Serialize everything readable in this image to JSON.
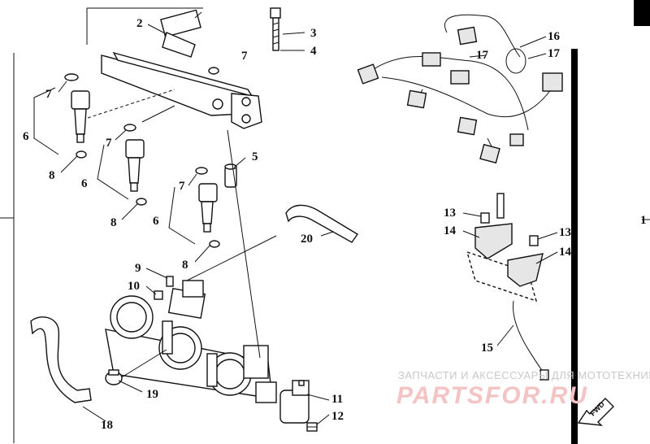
{
  "diagram": {
    "callouts": {
      "c1": "1",
      "c2": "2",
      "c3": "3",
      "c4": "4",
      "c5": "5",
      "c6a": "6",
      "c6b": "6",
      "c6c": "6",
      "c7a": "7",
      "c7b": "7",
      "c7c": "7",
      "c7d": "7",
      "c8a": "8",
      "c8b": "8",
      "c8c": "8",
      "c9": "9",
      "c10": "10",
      "c11": "11",
      "c12": "12",
      "c13a": "13",
      "c13b": "13",
      "c14a": "14",
      "c14b": "14",
      "c15": "15",
      "c16": "16",
      "c17a": "17",
      "c17b": "17",
      "c18": "18",
      "c19": "19",
      "c20": "20"
    },
    "fwd_label": "FWD"
  },
  "watermark": {
    "tagline": "ЗАПЧАСТИ И АКСЕССУАРЫ ДЛЯ МОТОТЕХНИКИ",
    "logo_text": "PARTSFOR.RU",
    "color": "#e05050"
  }
}
